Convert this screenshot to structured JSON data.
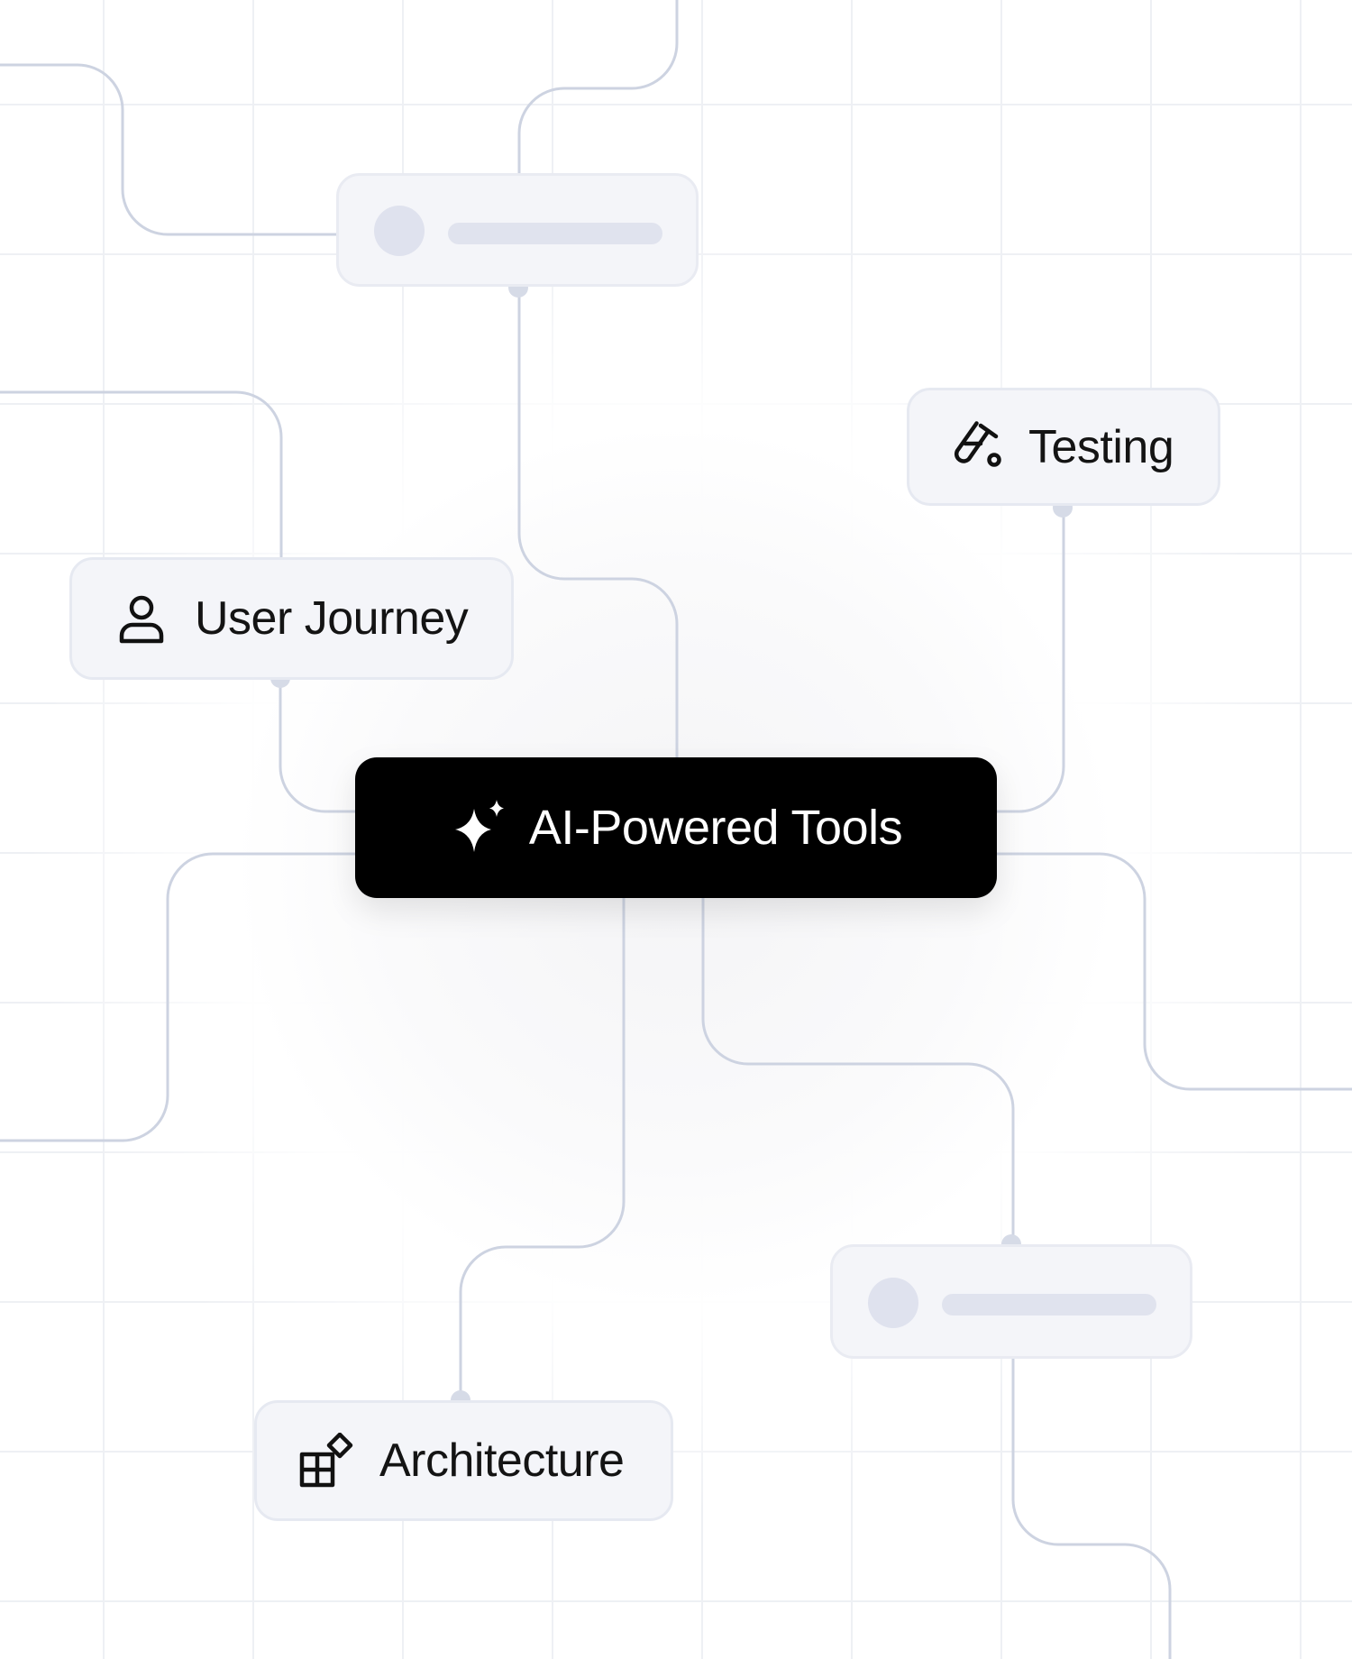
{
  "diagram": {
    "central_node": {
      "label": "AI-Powered Tools",
      "icon": "sparkles-icon"
    },
    "nodes": [
      {
        "id": "testing",
        "label": "Testing",
        "icon": "test-tube-icon"
      },
      {
        "id": "user_journey",
        "label": "User Journey",
        "icon": "user-icon"
      },
      {
        "id": "architecture",
        "label": "Architecture",
        "icon": "blocks-icon"
      }
    ],
    "placeholder_nodes": 2
  },
  "colors": {
    "central_node_bg": "#000000",
    "central_node_text": "#ffffff",
    "node_bg": "#f4f5f9",
    "node_border": "#e6e9f1",
    "connector": "#cdd3e1",
    "grid": "#eef0f4"
  }
}
